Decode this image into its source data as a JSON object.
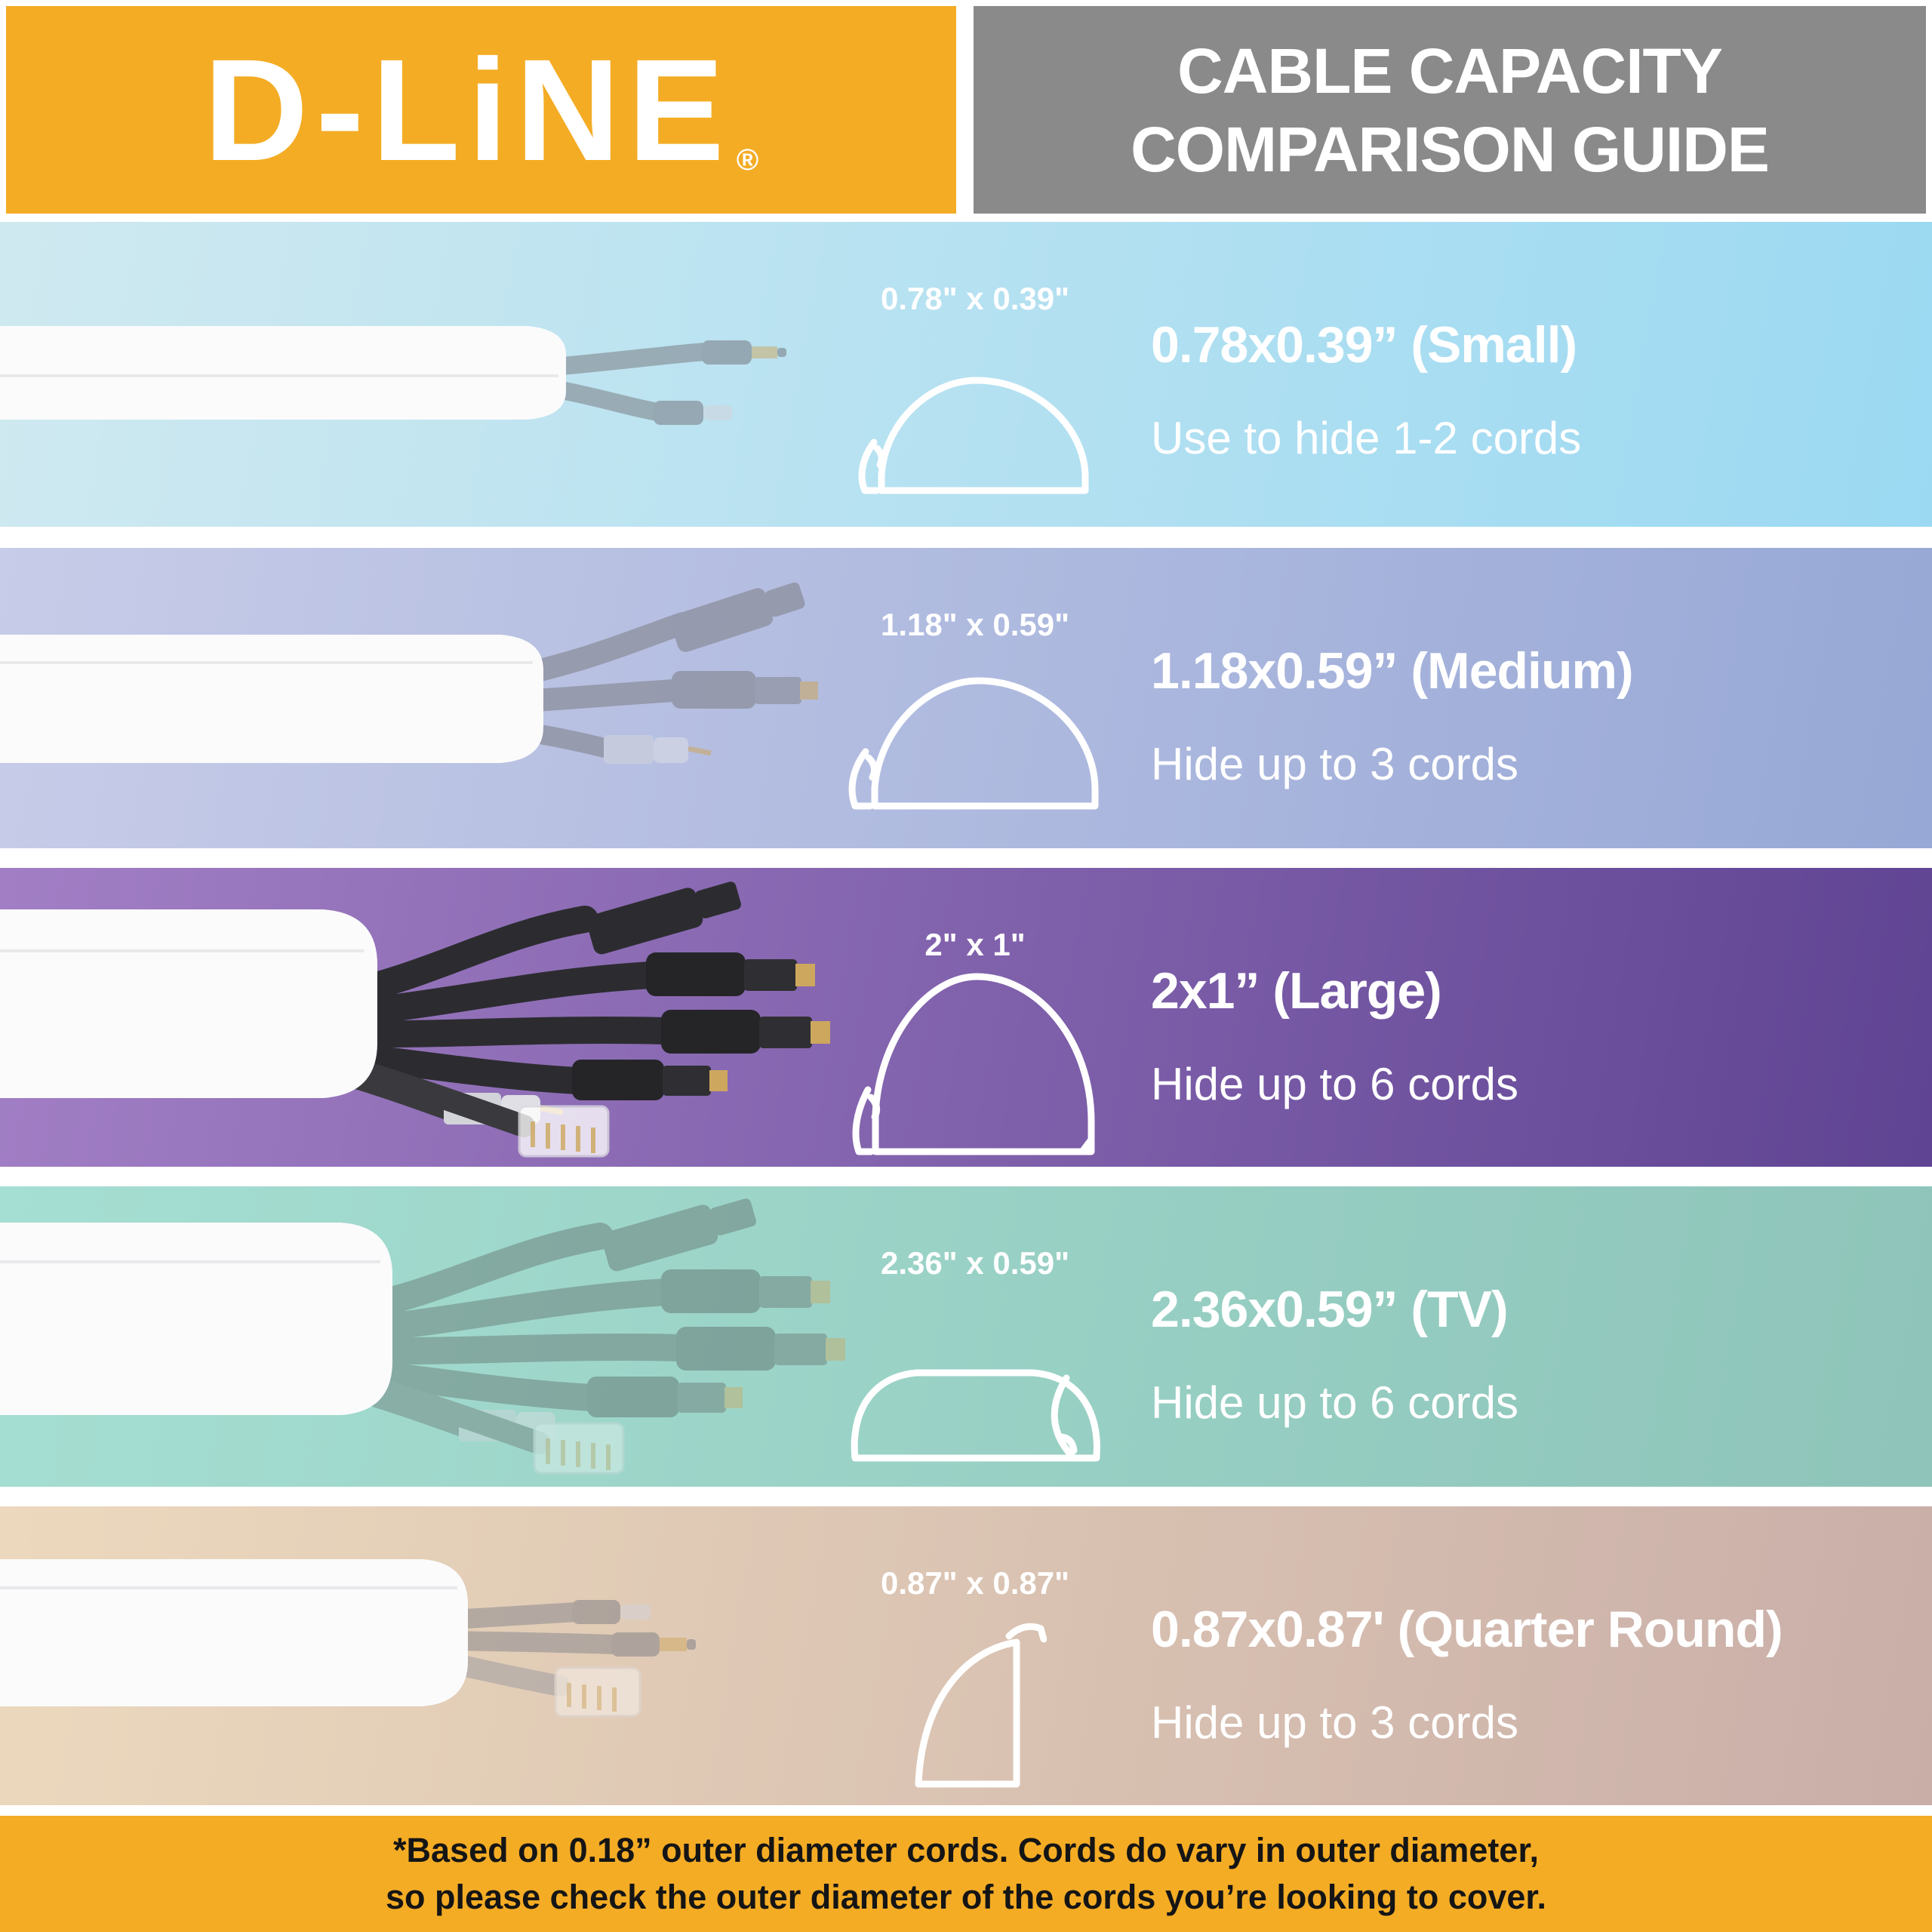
{
  "header": {
    "logo_text": "D-LiNE",
    "logo_registered": "®",
    "title_line1": "CABLE CAPACITY",
    "title_line2": "COMPARISON GUIDE",
    "brand_yellow": "#F4AC25",
    "header_gray": "#8A8A8A",
    "text_color": "#FFFFFF"
  },
  "rows": [
    {
      "dimension_label": "0.78\" x 0.39\"",
      "heading": "0.78x0.39” (Small)",
      "subtext": "Use to hide 1-2 cords",
      "bg_left": "#CFE9F0",
      "bg_right": "#9BD9F2",
      "icon": "small-d-cross-section",
      "photo": "white-cable-cover-with-audio-and-dc-cords"
    },
    {
      "dimension_label": "1.18\" x 0.59\"",
      "heading": "1.18x0.59” (Medium)",
      "subtext": "Hide up to 3 cords",
      "bg_left": "#C7CCE8",
      "bg_right": "#97A8D6",
      "icon": "medium-d-cross-section",
      "photo": "white-cable-cover-with-3-cords"
    },
    {
      "dimension_label": "2\" x 1\"",
      "heading": "2x1” (Large)",
      "subtext": "Hide up to 6 cords",
      "bg_left": "#A27FC5",
      "bg_right": "#5F4493",
      "icon": "large-d-cross-section",
      "photo": "white-cable-cover-with-6-cords"
    },
    {
      "dimension_label": "2.36\" x 0.59\"",
      "heading": "2.36x0.59” (TV)",
      "subtext": "Hide up to 6 cords",
      "bg_left": "#A5DED2",
      "bg_right": "#8EC4B9",
      "icon": "tv-cross-section",
      "photo": "white-cable-cover-with-6-cords-faded"
    },
    {
      "dimension_label": "0.87\" x 0.87\"",
      "heading": "0.87x0.87' (Quarter Round)",
      "subtext": "Hide up to 3 cords",
      "bg_left": "#ECD9BD",
      "bg_right": "#C9AEA8",
      "icon": "quarter-round-cross-section",
      "photo": "white-quarter-round-cover-with-3-cords"
    }
  ],
  "footer": {
    "line1": "*Based on 0.18” outer diameter cords. Cords do vary in outer diameter,",
    "line2": "so please check the outer diameter of the cords you’re looking to cover.",
    "bg": "#F4AC25",
    "text_color": "#151515"
  }
}
